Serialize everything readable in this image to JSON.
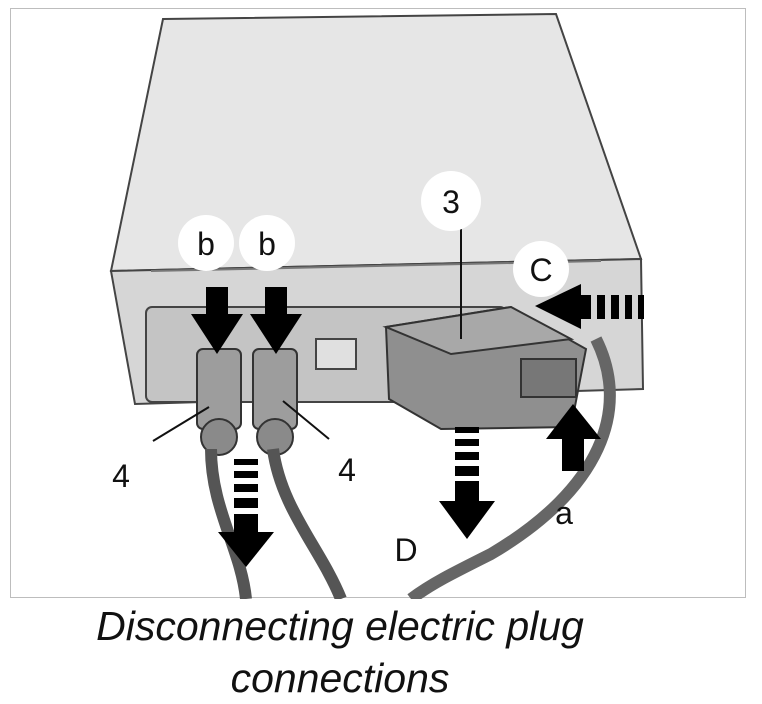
{
  "diagram": {
    "labels": {
      "b_left": "b",
      "b_right": "b",
      "part_3": "3",
      "c": "C",
      "part_4_left": "4",
      "part_4_right": "4",
      "a": "a",
      "d": "D"
    }
  },
  "caption": {
    "line1": "Disconnecting electric plug",
    "line2": "connections"
  },
  "colors": {
    "housing": "#e4e4e4",
    "housing_shadow": "#c9c9c9",
    "plug": "#9a9a9a",
    "arrow": "#000000",
    "callout_circle": "#ffffff"
  }
}
